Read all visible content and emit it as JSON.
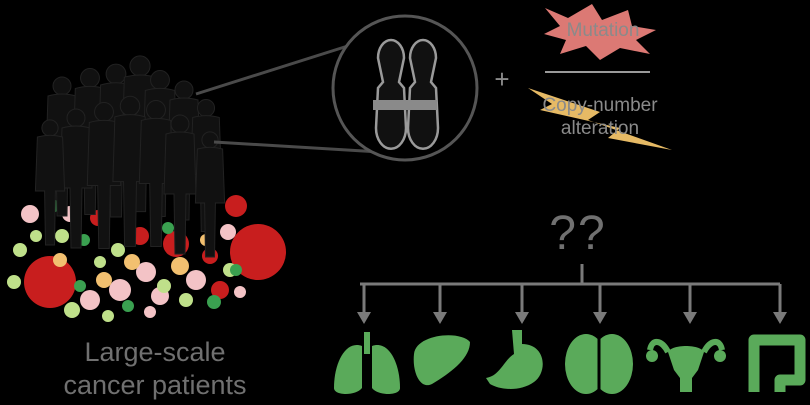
{
  "caption": {
    "line1": "Large-scale",
    "line2": "cancer patients"
  },
  "events": {
    "plus": "+",
    "mutation": "Mutation",
    "cna_line1": "Copy-number",
    "cna_line2": "alteration"
  },
  "question": "??",
  "organs": [
    "lung-icon",
    "liver-icon",
    "stomach-icon",
    "brain-icon",
    "uterus-icon",
    "colon-icon"
  ],
  "colors": {
    "background": "#000000",
    "text": "#707070",
    "organ": "#5aaa5a",
    "mutation_burst": "#e8807a",
    "cna_bolt": "#f2c46a",
    "bubble_red": "#c81e1e",
    "bubble_pink": "#f3c3c6",
    "bubble_green": "#3aa050",
    "bubble_light_green": "#bfe08a",
    "bubble_orange": "#f2c070"
  }
}
